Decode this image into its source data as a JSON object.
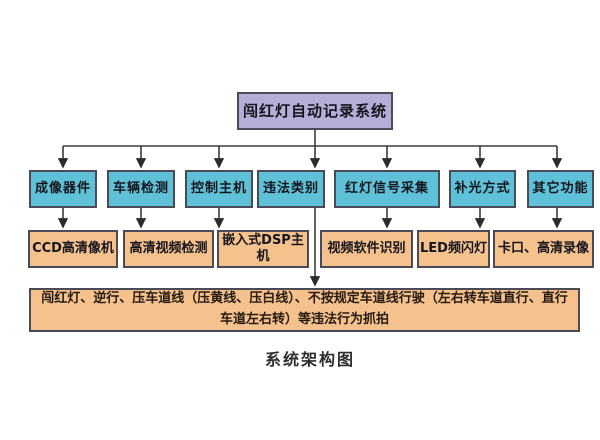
{
  "diagram": {
    "root": {
      "label": "闯红灯自动记录系统"
    },
    "level2": [
      "成像器件",
      "车辆检测",
      "控制主机",
      "违法类别",
      "红灯信号采集",
      "补光方式",
      "其它功能"
    ],
    "level3": [
      "CCD高清像机",
      "高清视频检测",
      "嵌入式DSP主机",
      "视频软件识别",
      "LED频闪灯",
      "卡口、高清录像"
    ],
    "bottom": {
      "line1": "闯红灯、逆行、压车道线（压黄线、压白线）、不按规定车道线行驶（左右转车道直行、直行",
      "line2": "车道左右转）等违法行为抓拍"
    },
    "caption": "系统架构图",
    "colors": {
      "root_fill": "#b6aed6",
      "level2_fill": "#5ec1d8",
      "level3_fill": "#f5c18d",
      "bottom_fill": "#f5c18d",
      "border": "#4b4b57",
      "connector": "#3c3c3c",
      "background": "#ffffff"
    }
  }
}
